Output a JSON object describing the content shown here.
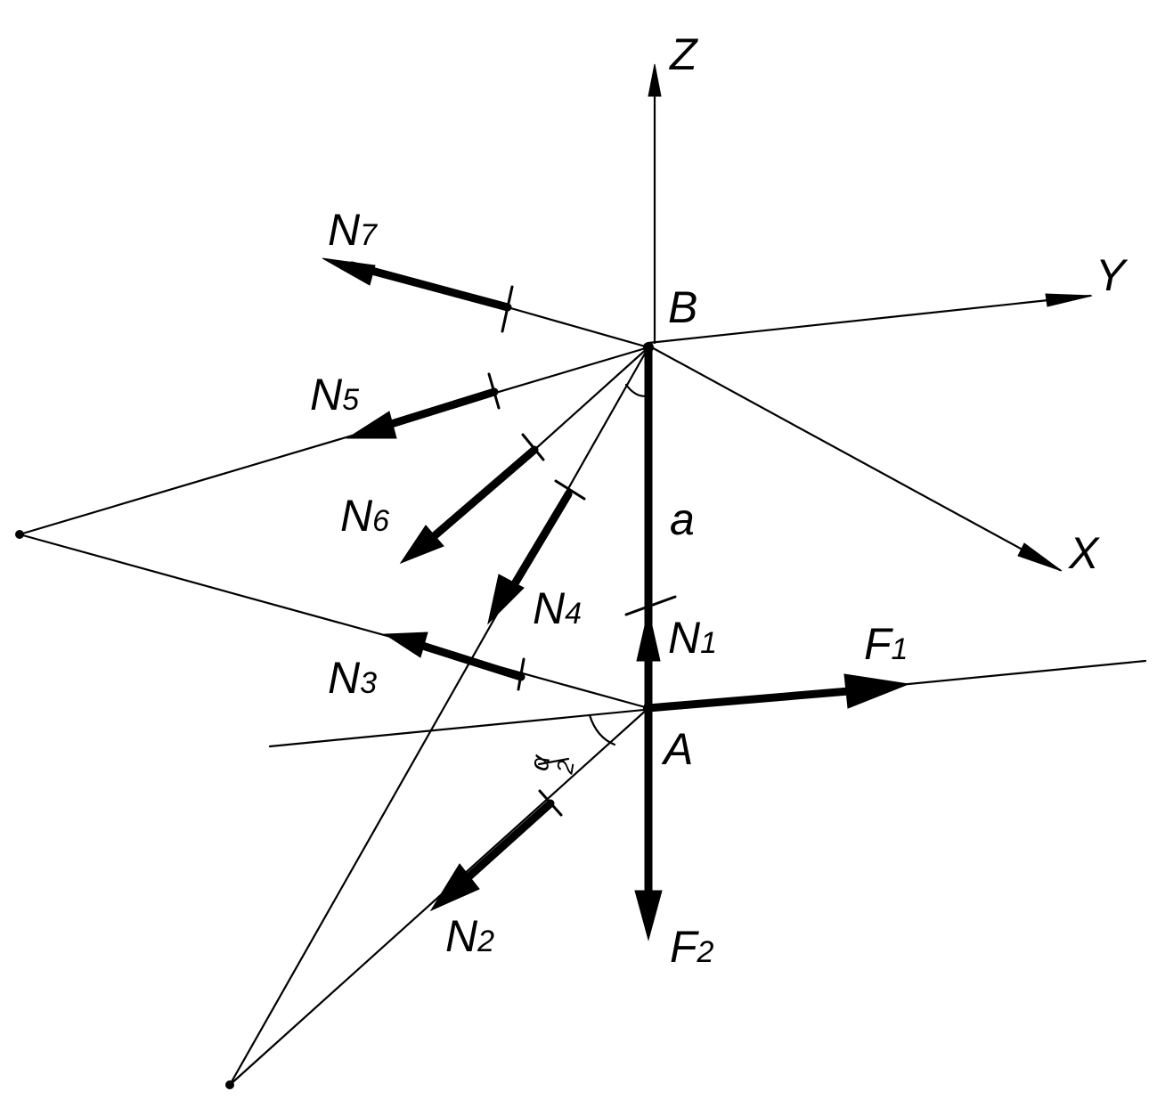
{
  "labels": {
    "z": "Z",
    "y": "Y",
    "x": "X",
    "b": "B",
    "a": "A",
    "a_len": "a",
    "n_main": "N",
    "f_main": "F",
    "n7": "7",
    "n5": "5",
    "n6": "6",
    "n4": "4",
    "n3": "3",
    "n2": "2",
    "n1": "1",
    "f1": "1",
    "f2": "2",
    "angle_num": "α",
    "angle_den": "2"
  },
  "colors": {
    "ink": "#000000",
    "paper": "#ffffff"
  }
}
